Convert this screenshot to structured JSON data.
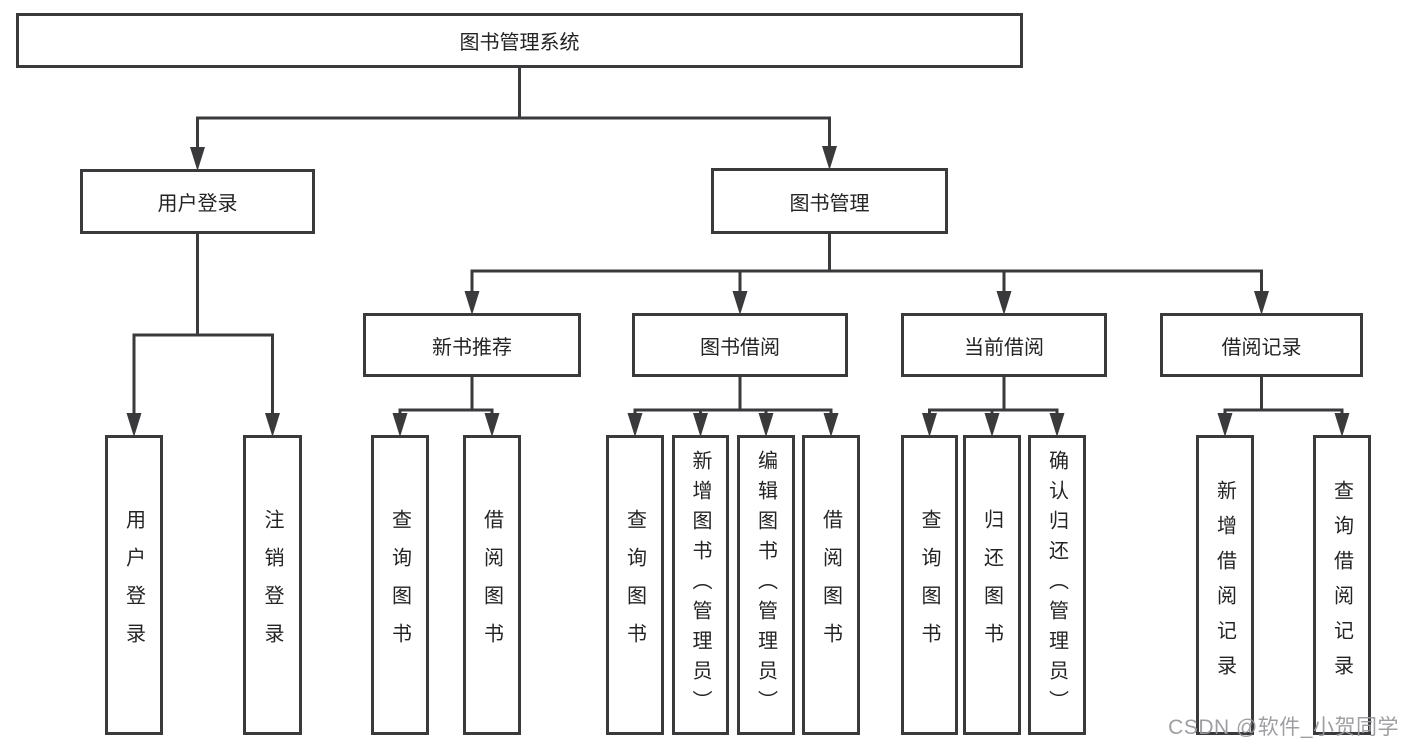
{
  "tree": {
    "label": "图书管理系统",
    "children": [
      {
        "label": "用户登录",
        "children": [
          {
            "label": "用户登录"
          },
          {
            "label": "注销登录"
          }
        ]
      },
      {
        "label": "图书管理",
        "children": [
          {
            "label": "新书推荐",
            "children": [
              {
                "label": "查询图书"
              },
              {
                "label": "借阅图书"
              }
            ]
          },
          {
            "label": "图书借阅",
            "children": [
              {
                "label": "查询图书"
              },
              {
                "label": "新增图书（管理员）"
              },
              {
                "label": "编辑图书（管理员）"
              },
              {
                "label": "借阅图书"
              }
            ]
          },
          {
            "label": "当前借阅",
            "children": [
              {
                "label": "查询图书"
              },
              {
                "label": "归还图书"
              },
              {
                "label": "确认归还（管理员）"
              }
            ]
          },
          {
            "label": "借阅记录",
            "children": [
              {
                "label": "新增借阅记录"
              },
              {
                "label": "查询借阅记录"
              }
            ]
          }
        ]
      }
    ]
  },
  "watermark": "CSDN @软件_小贺同学",
  "colors": {
    "line": "#3a3a3c",
    "text": "#242424",
    "background": "#ffffff",
    "watermark": "#9a9a9e"
  }
}
